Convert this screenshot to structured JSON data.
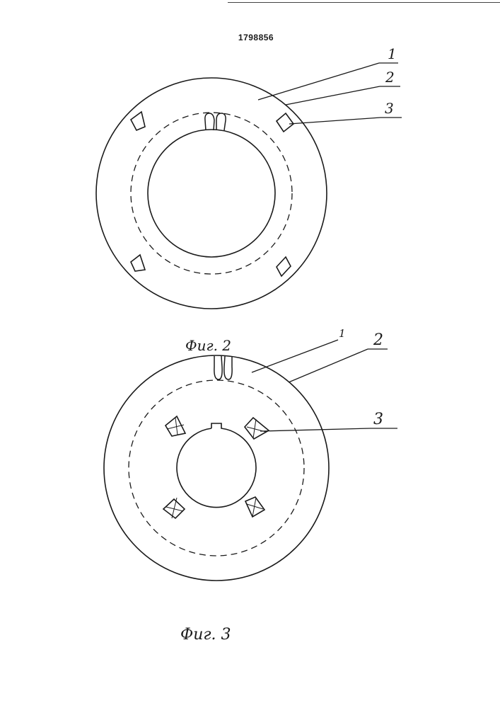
{
  "document": {
    "patent_number": "1798856"
  },
  "figures": [
    {
      "id": "fig2",
      "caption": "Фиг. 2",
      "callouts": [
        "1",
        "2",
        "3"
      ]
    },
    {
      "id": "fig3",
      "caption": "Фиг. 3",
      "callouts": [
        "1",
        "2",
        "3"
      ]
    }
  ],
  "colors": {
    "line": "#1a1a1a",
    "paper": "#ffffff"
  }
}
